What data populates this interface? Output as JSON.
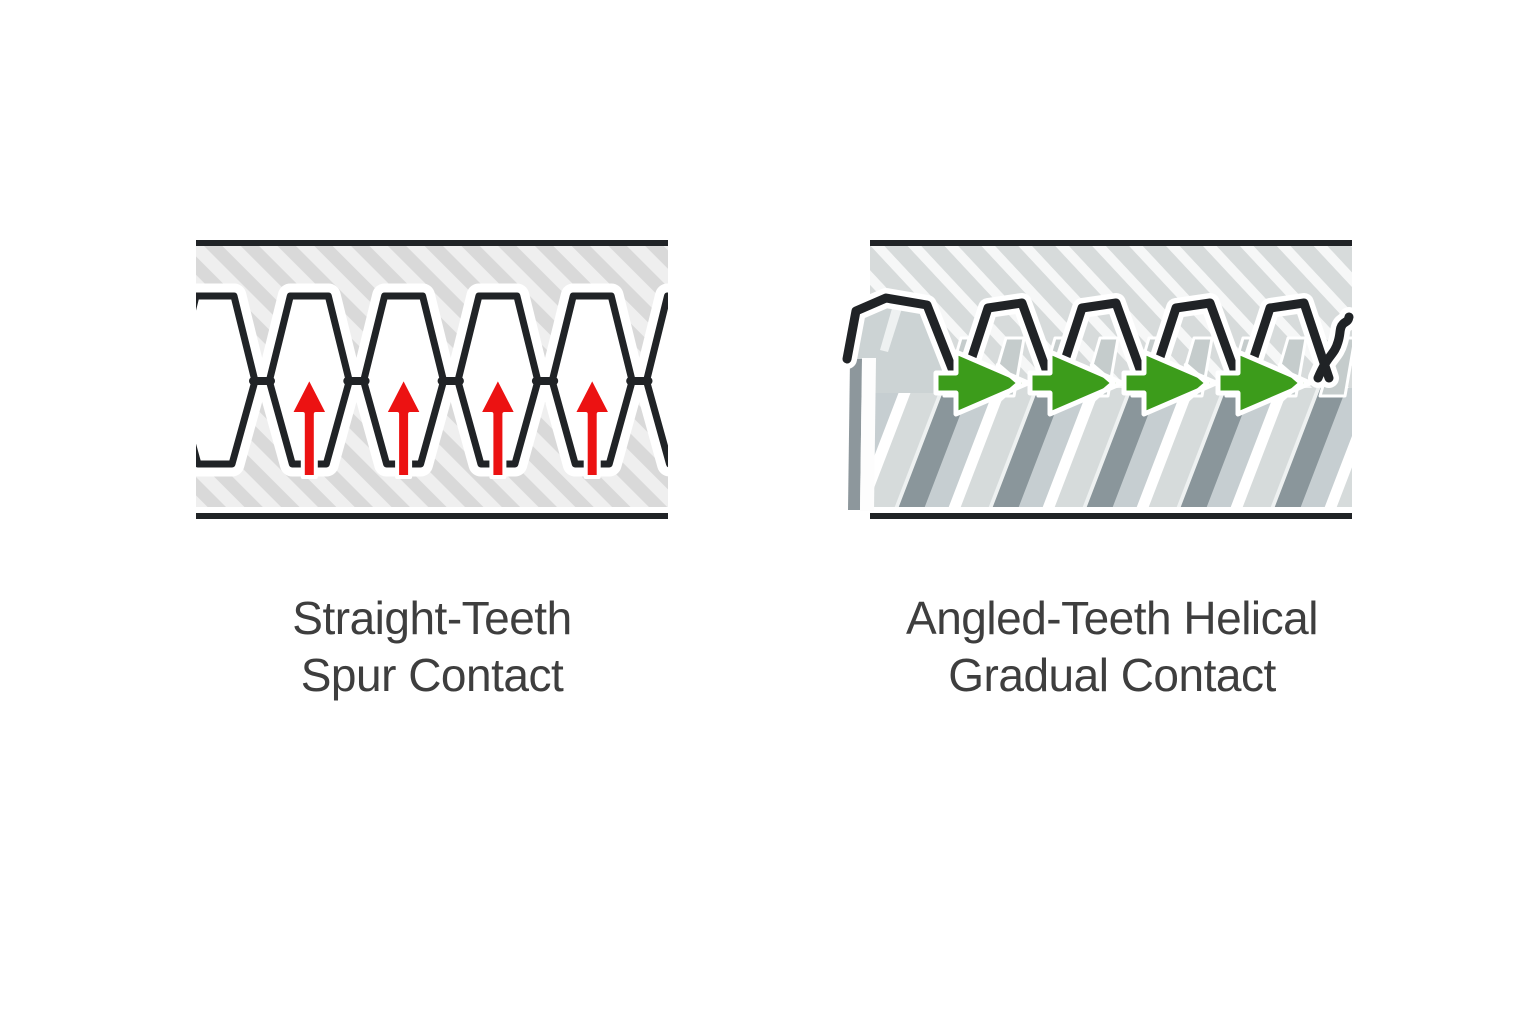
{
  "left_panel": {
    "caption_line1": "Straight-Teeth",
    "caption_line2": "Spur Contact",
    "arrow_direction": "up",
    "arrow_count": 4
  },
  "right_panel": {
    "caption_line1": "Angled-Teeth Helical",
    "caption_line2": "Gradual Contact",
    "arrow_direction": "right",
    "arrow_count": 4
  },
  "colors": {
    "page_background": "#ffffff",
    "outline_black": "#202326",
    "caption_text": "#3e3e3e",
    "spur_arrow_red": "#ec1212",
    "helical_arrow_green": "#3c9c1b",
    "hatch_gray": "#d9d9d9",
    "band_dark_gray": "#8a969b",
    "band_light_gray": "#d6dbdb"
  }
}
